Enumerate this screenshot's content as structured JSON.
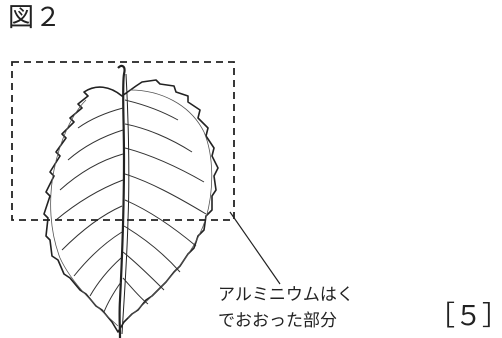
{
  "figure": {
    "title": "図２"
  },
  "callout": {
    "line1": "アルミニウムはく",
    "line2": "でおおった部分"
  },
  "question_number": "［５］"
}
